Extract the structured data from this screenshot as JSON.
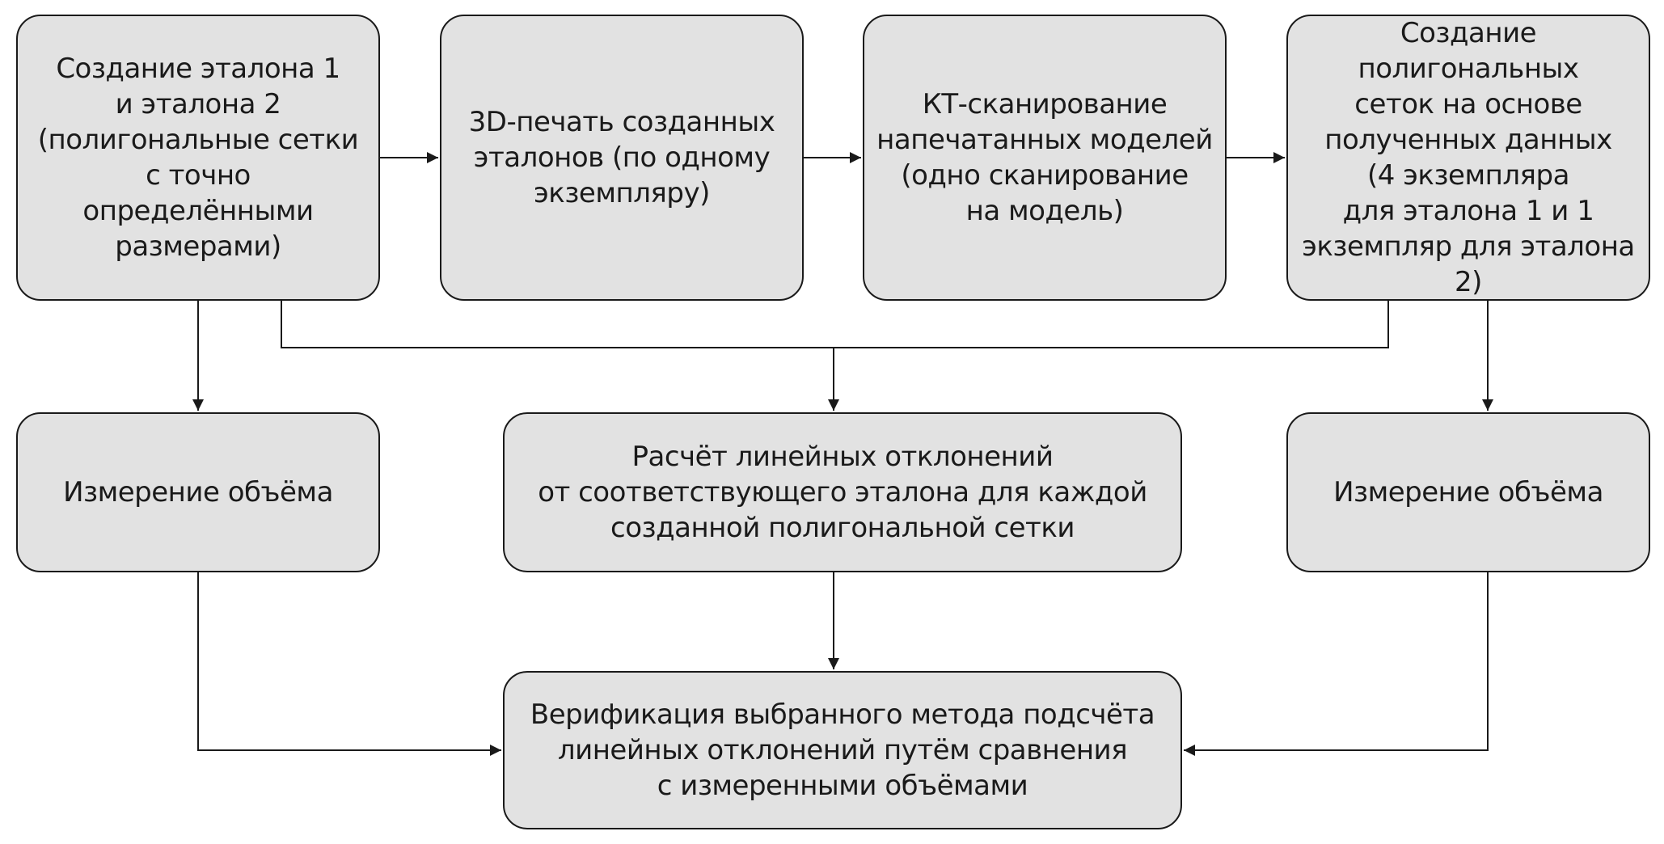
{
  "diagram": {
    "nodes": [
      {
        "id": "b1",
        "text": "Создание эталона 1\nи эталона 2\n(полигональные сетки\nс точно определёнными\nразмерами)"
      },
      {
        "id": "b2",
        "text": "3D-печать созданных\nэталонов (по одному\nэкземпляру)"
      },
      {
        "id": "b3",
        "text": "КТ-сканирование\nнапечатанных моделей\n(одно сканирование\nна модель)"
      },
      {
        "id": "b4",
        "text": "Создание полигональных\nсеток на основе\nполученных данных\n(4 экземпляра\nдля эталона 1 и 1\nэкземпляр для эталона 2)"
      },
      {
        "id": "b5",
        "text": "Измерение объёма"
      },
      {
        "id": "b6",
        "text": "Расчёт линейных отклонений\nот соответствующего эталона для каждой\nсозданной полигональной сетки"
      },
      {
        "id": "b7",
        "text": "Измерение объёма"
      },
      {
        "id": "b8",
        "text": "Верификация выбранного метода подсчёта\nлинейных отклонений путём сравнения\nс измеренными объёмами"
      }
    ],
    "edges": [
      {
        "from": "b1",
        "to": "b2"
      },
      {
        "from": "b2",
        "to": "b3"
      },
      {
        "from": "b3",
        "to": "b4"
      },
      {
        "from": "b1",
        "to": "b5"
      },
      {
        "from": "b1",
        "to": "b6"
      },
      {
        "from": "b4",
        "to": "b6"
      },
      {
        "from": "b4",
        "to": "b7"
      },
      {
        "from": "b6",
        "to": "b8"
      },
      {
        "from": "b5",
        "to": "b8"
      },
      {
        "from": "b7",
        "to": "b8"
      }
    ]
  }
}
